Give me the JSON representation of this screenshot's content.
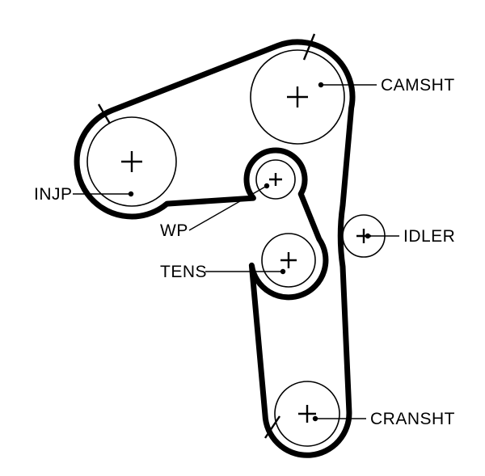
{
  "diagram": {
    "type": "timing-belt-routing"
  },
  "colors": {
    "belt": "#000000",
    "line": "#000000",
    "text": "#000000",
    "background": "#ffffff"
  },
  "labels": {
    "camsht": "CAMSHT",
    "injp": "INJP",
    "wp": "WP",
    "tens": "TENS",
    "idler": "IDLER",
    "cransht": "CRANSHT"
  }
}
